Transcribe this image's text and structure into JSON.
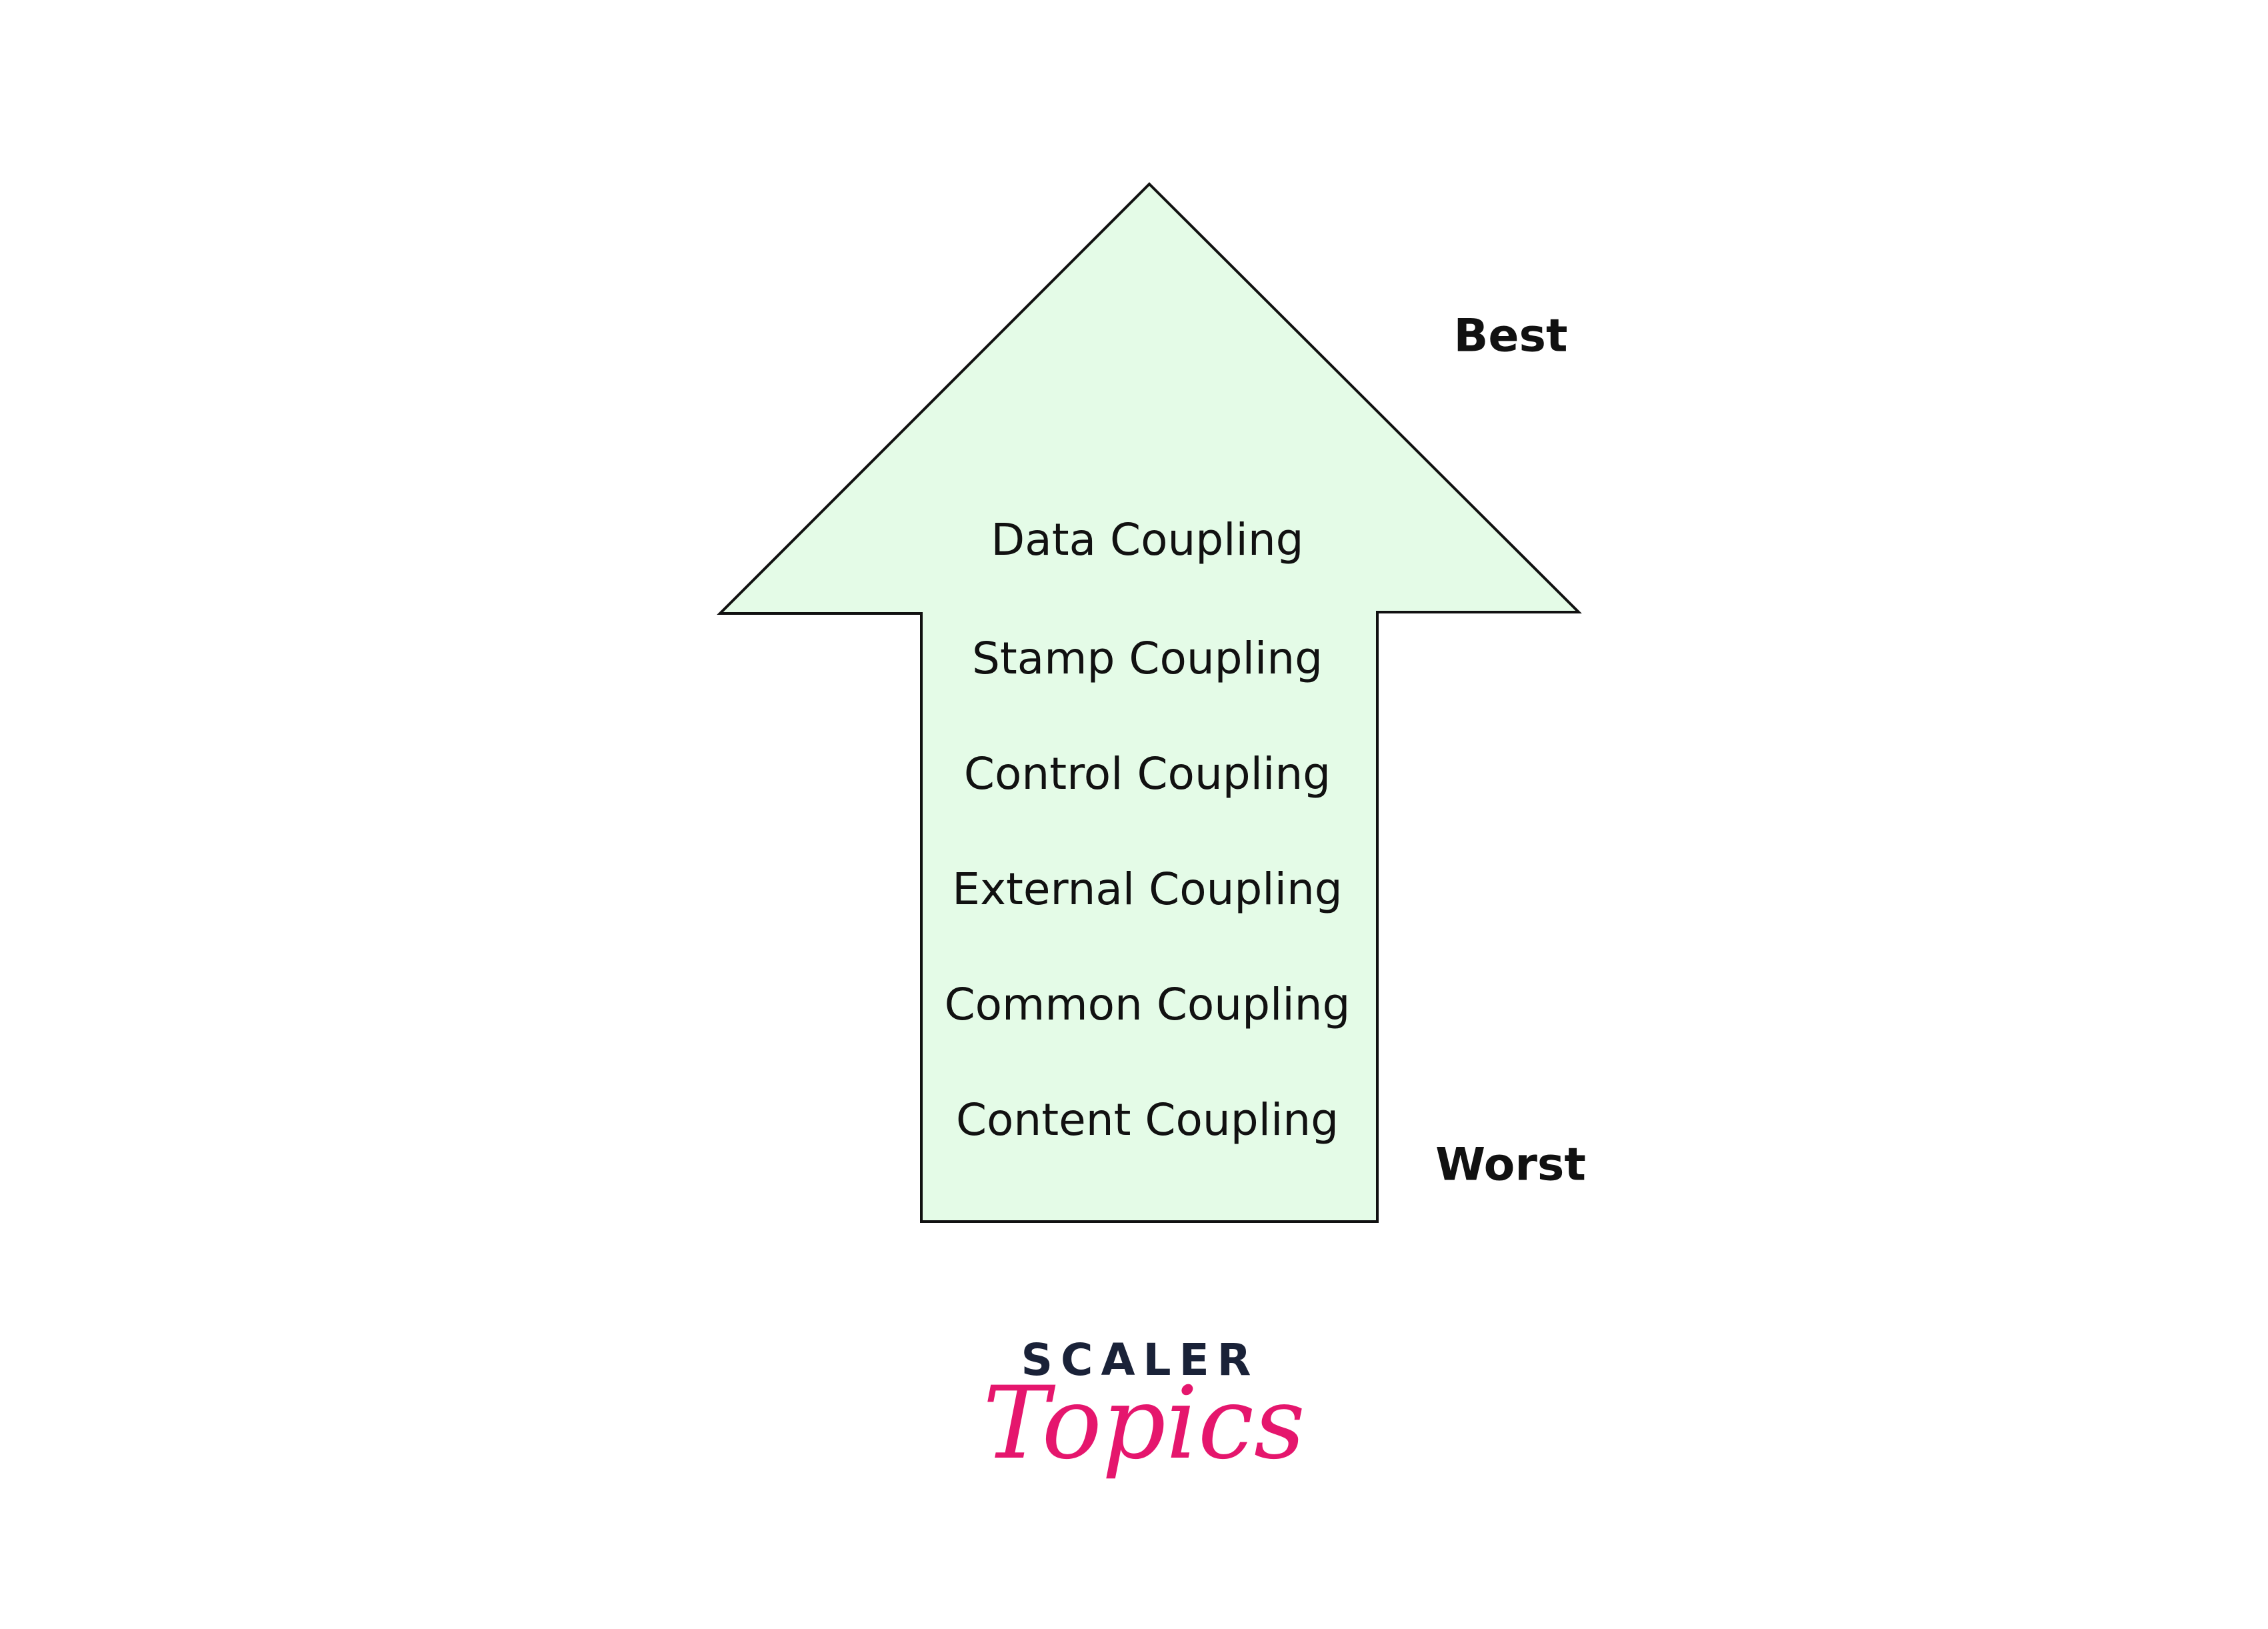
{
  "diagram": {
    "levels": [
      {
        "label": "Data Coupling"
      },
      {
        "label": "Stamp Coupling"
      },
      {
        "label": "Control Coupling"
      },
      {
        "label": "External Coupling"
      },
      {
        "label": "Common Coupling"
      },
      {
        "label": "Content Coupling"
      }
    ],
    "top_label": "Best",
    "bottom_label": "Worst",
    "arrow_fill_color": "#e4fbe7",
    "arrow_stroke_color": "#111111"
  },
  "logo": {
    "brand": "SCALER",
    "product": "Topics",
    "brand_color": "#1a2238",
    "product_color": "#e5166d"
  }
}
